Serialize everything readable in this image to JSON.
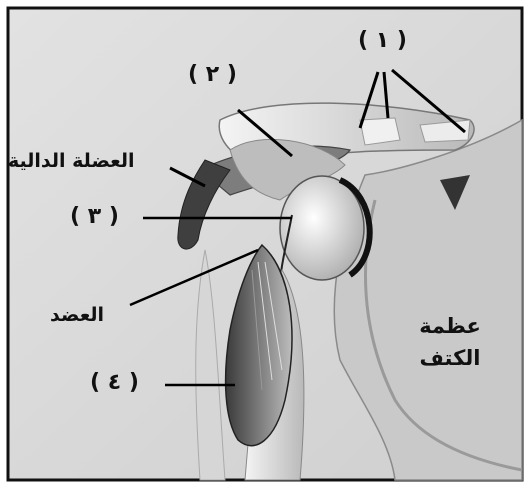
{
  "labels": {
    "n1": "( ١ )",
    "n2": "( ٢ )",
    "n3": "( ٣ )",
    "n4": "( ٤ )",
    "deltoid": "العضلة الدالية",
    "humerus": "العضد",
    "scapula_line1": "عظمة",
    "scapula_line2": "الكتف"
  }
}
